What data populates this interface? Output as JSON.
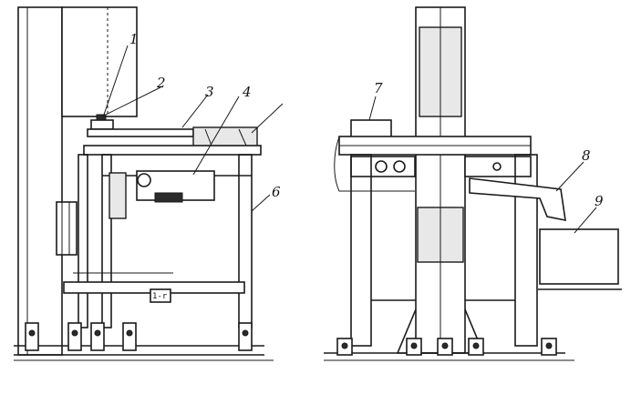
{
  "figure": {
    "part_labels": [
      "1",
      "2",
      "3",
      "4",
      "6",
      "7",
      "8",
      "9"
    ],
    "panel_small_text": "1-r"
  }
}
